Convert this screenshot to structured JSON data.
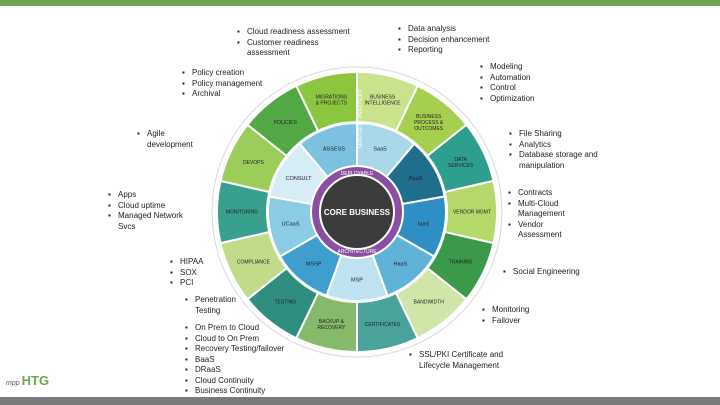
{
  "notes": {
    "cloud": [
      "Cloud readiness assessment",
      "Customer readiness assessment"
    ],
    "data": [
      "Data analysis",
      "Decision enhancement",
      "Reporting"
    ],
    "policy": [
      "Policy creation",
      "Policy management",
      "Archival"
    ],
    "modeling": [
      "Modeling",
      "Automation",
      "Control",
      "Optimization"
    ],
    "agile": [
      "Agile development"
    ],
    "file": [
      "File Sharing",
      "Analytics",
      "Database storage and manipulation"
    ],
    "apps": [
      "Apps",
      "Cloud uptime",
      "Managed Network Svcs"
    ],
    "contracts": [
      "Contracts",
      "Multi-Cloud Management",
      "Vendor Assessment"
    ],
    "hipaa": [
      "HIPAA",
      "SOX",
      "PCI"
    ],
    "social": [
      "Social Engineering"
    ],
    "pentest": [
      "Penetration Testing"
    ],
    "monitor": [
      "Monitoring",
      "Failover"
    ],
    "onprem": [
      "On Prem to Cloud",
      "Cloud to On Prem",
      "Recovery Testing/failover",
      "BaaS",
      "DRaaS",
      "Cloud Continuity",
      "Business Continuity"
    ],
    "ssl": [
      "SSL/PKI Certificate and Lifecycle Management"
    ]
  },
  "wheel": {
    "core": "CORE BUSINESS",
    "practices": "PRACTICES",
    "services": "SERVICES",
    "ring_top": "DEPLOYABLE",
    "ring_bottom": "ARCHITECTURE",
    "outer": [
      "MIGRATIONS & PROJECTS",
      "BUSINESS INTELLIGENCE",
      "BUSINESS PROCESS & OUTCOMES",
      "DATA SERVICES",
      "VENDOR MGMT",
      "TRAINING",
      "BANDWIDTH",
      "CERTIFICATES",
      "BACKUP & RECOVERY",
      "TESTING",
      "COMPLIANCE",
      "MONITORING",
      "DEVOPS",
      "POLICIES"
    ],
    "inner": [
      "SaaS",
      "PaaS",
      "IaaS",
      "HaaS",
      "MSP",
      "MSSP",
      "UCaaS",
      "CONSULT",
      "ASSESS"
    ]
  },
  "colors": {
    "outer": [
      "#8cc63f",
      "#c9e28c",
      "#a6cf4f",
      "#2e9e8f",
      "#b5d86a",
      "#3a9a4a",
      "#cfe6a8",
      "#4aa39a",
      "#86b96a",
      "#2f8e7e",
      "#c0dc8a",
      "#3aa08e",
      "#9ccc5a",
      "#52a845"
    ],
    "inner": [
      "#a8d8ea",
      "#1f6e8c",
      "#2f8fc4",
      "#5fb3d9",
      "#bfe2f0",
      "#3d9ecf",
      "#8ccbe6",
      "#d6edf6",
      "#7cc2e0"
    ],
    "ring": "#8a4fa3",
    "brand": "#6aa84f"
  },
  "logo": {
    "mark": "mpp",
    "text": "HTG"
  }
}
